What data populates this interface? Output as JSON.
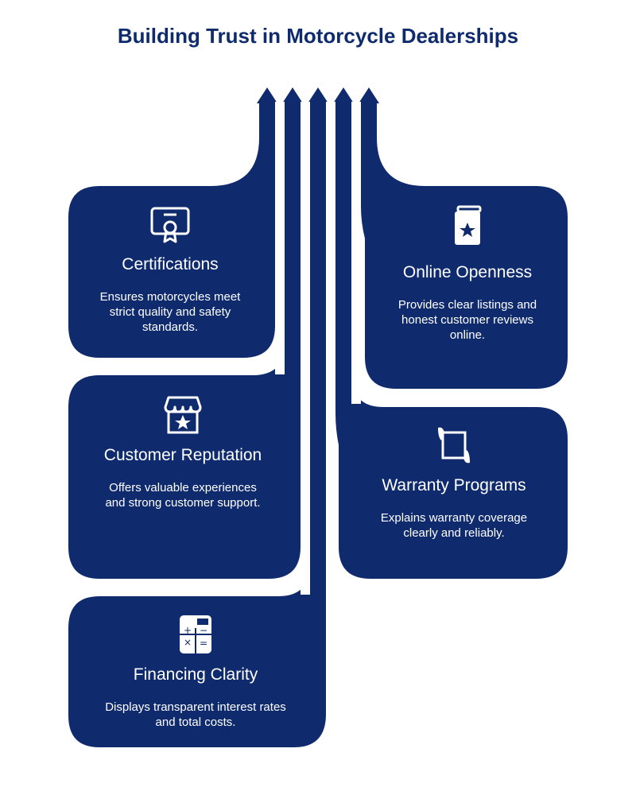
{
  "title": "Building Trust in Motorcycle Dealerships",
  "colors": {
    "navy": "#0f2b6e",
    "background": "#ffffff",
    "text_on_card": "#ffffff"
  },
  "cards": [
    {
      "heading": "Certifications",
      "description": "Ensures motorcycles meet strict quality and safety standards.",
      "icon": "certificate-icon"
    },
    {
      "heading": "Customer Reputation",
      "description": "Offers valuable experiences and strong customer support.",
      "icon": "storefront-star-icon"
    },
    {
      "heading": "Financing Clarity",
      "description": "Displays transparent interest rates and total costs.",
      "icon": "calculator-icon"
    },
    {
      "heading": "Online Openness",
      "description": "Provides clear listings and honest customer reviews online.",
      "icon": "book-star-icon"
    },
    {
      "heading": "Warranty Programs",
      "description": "Explains warranty coverage clearly and reliably.",
      "icon": "handshake-document-icon"
    }
  ]
}
